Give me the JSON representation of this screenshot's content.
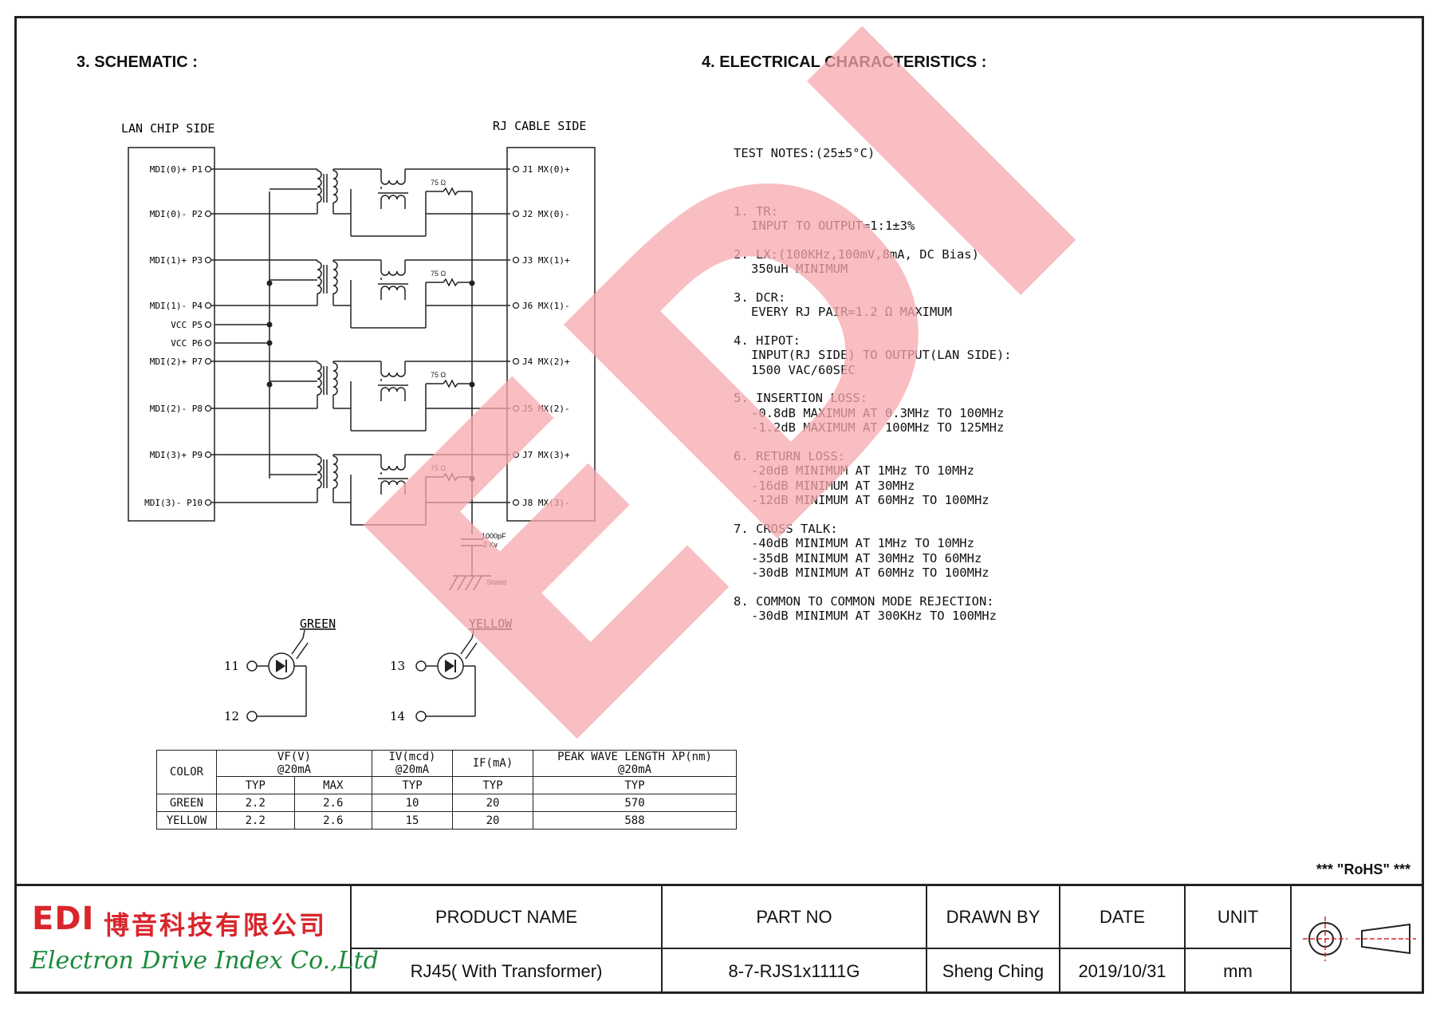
{
  "sections": {
    "schematic": "3. SCHEMATIC :",
    "electrical": "4. ELECTRICAL CHARACTERISTICS :"
  },
  "schematic": {
    "left_side": "LAN CHIP SIDE",
    "right_side": "RJ CABLE SIDE",
    "left_pins": [
      "MDI(0)+ P1",
      "MDI(0)- P2",
      "MDI(1)+ P3",
      "MDI(1)- P4",
      "VCC P5",
      "VCC P6",
      "MDI(2)+ P7",
      "MDI(2)- P8",
      "MDI(3)+ P9",
      "MDI(3)- P10"
    ],
    "right_pins": [
      "J1 MX(0)+",
      "J2 MX(0)-",
      "J3 MX(1)+",
      "J6 MX(1)-",
      "J4 MX(2)+",
      "J5 MX(2)-",
      "J7 MX(3)+",
      "J8 MX(3)-"
    ],
    "resistor": "75 Ω",
    "cap1": "1000pF",
    "cap2": "2 Kv",
    "shield": "Shield",
    "led_green": "GREEN",
    "led_yellow": "YELLOW",
    "led_pins": [
      "11",
      "12",
      "13",
      "14"
    ]
  },
  "notes": {
    "header": "TEST NOTES:(25±5°C)",
    "items": [
      [
        "1. TR:",
        "INPUT TO OUTPUT=1:1±3%"
      ],
      [
        "2. LX:(100KHz,100mV,8mA, DC Bias)",
        "350uH MINIMUM"
      ],
      [
        "3. DCR:",
        "EVERY RJ PAIR=1.2 Ω MAXIMUM"
      ],
      [
        "4. HIPOT:",
        "INPUT(RJ SIDE) TO OUTPUT(LAN SIDE):",
        "1500 VAC/60SEC"
      ],
      [
        "5. INSERTION LOSS:",
        "-0.8dB MAXIMUM AT 0.3MHz TO 100MHz",
        "-1.2dB MAXIMUM AT 100MHz TO 125MHz"
      ],
      [
        "6. RETURN LOSS:",
        "-20dB MINIMUM AT 1MHz TO 10MHz",
        "-16dB MINIMUM AT 30MHz",
        "-12dB MINIMUM AT 60MHz TO 100MHz"
      ],
      [
        "7. CROSS TALK:",
        "-40dB MINIMUM AT 1MHz TO 10MHz",
        "-35dB MINIMUM AT 30MHz TO 60MHz",
        "-30dB MINIMUM AT 60MHz TO 100MHz"
      ],
      [
        "8. COMMON TO COMMON MODE REJECTION:",
        "-30dB MINIMUM AT 300KHz TO 100MHz"
      ]
    ]
  },
  "led_table": {
    "h_color": "COLOR",
    "h_vf": "VF(V)",
    "h_iv": "IV(mcd)",
    "h_if": "IF(mA)",
    "h_peak": "PEAK WAVE LENGTH λP(nm)",
    "at20": "@20mA",
    "typ": "TYP",
    "max": "MAX",
    "rows": [
      {
        "color": "GREEN",
        "vf_typ": "2.2",
        "vf_max": "2.6",
        "iv": "10",
        "if": "20",
        "peak": "570"
      },
      {
        "color": "YELLOW",
        "vf_typ": "2.2",
        "vf_max": "2.6",
        "iv": "15",
        "if": "20",
        "peak": "588"
      }
    ]
  },
  "rohs": "*** \"RoHS\" ***",
  "titleblock": {
    "logo": "EDI",
    "company_cn": "博音科技有限公司",
    "company_en": "Electron Drive Index Co.,Ltd",
    "product_name_h": "PRODUCT NAME",
    "product_name": "RJ45( With Transformer)",
    "part_no_h": "PART NO",
    "part_no": "8-7-RJS1x1111G",
    "drawn_by_h": "DRAWN BY",
    "drawn_by": "Sheng Ching",
    "date_h": "DATE",
    "date": "2019/10/31",
    "unit_h": "UNIT",
    "unit": "mm"
  },
  "watermark": "EDI",
  "colors": {
    "logo_red": "#d8262c",
    "logo_green": "#1a8a3a",
    "watermark": "#f5a8ad"
  }
}
